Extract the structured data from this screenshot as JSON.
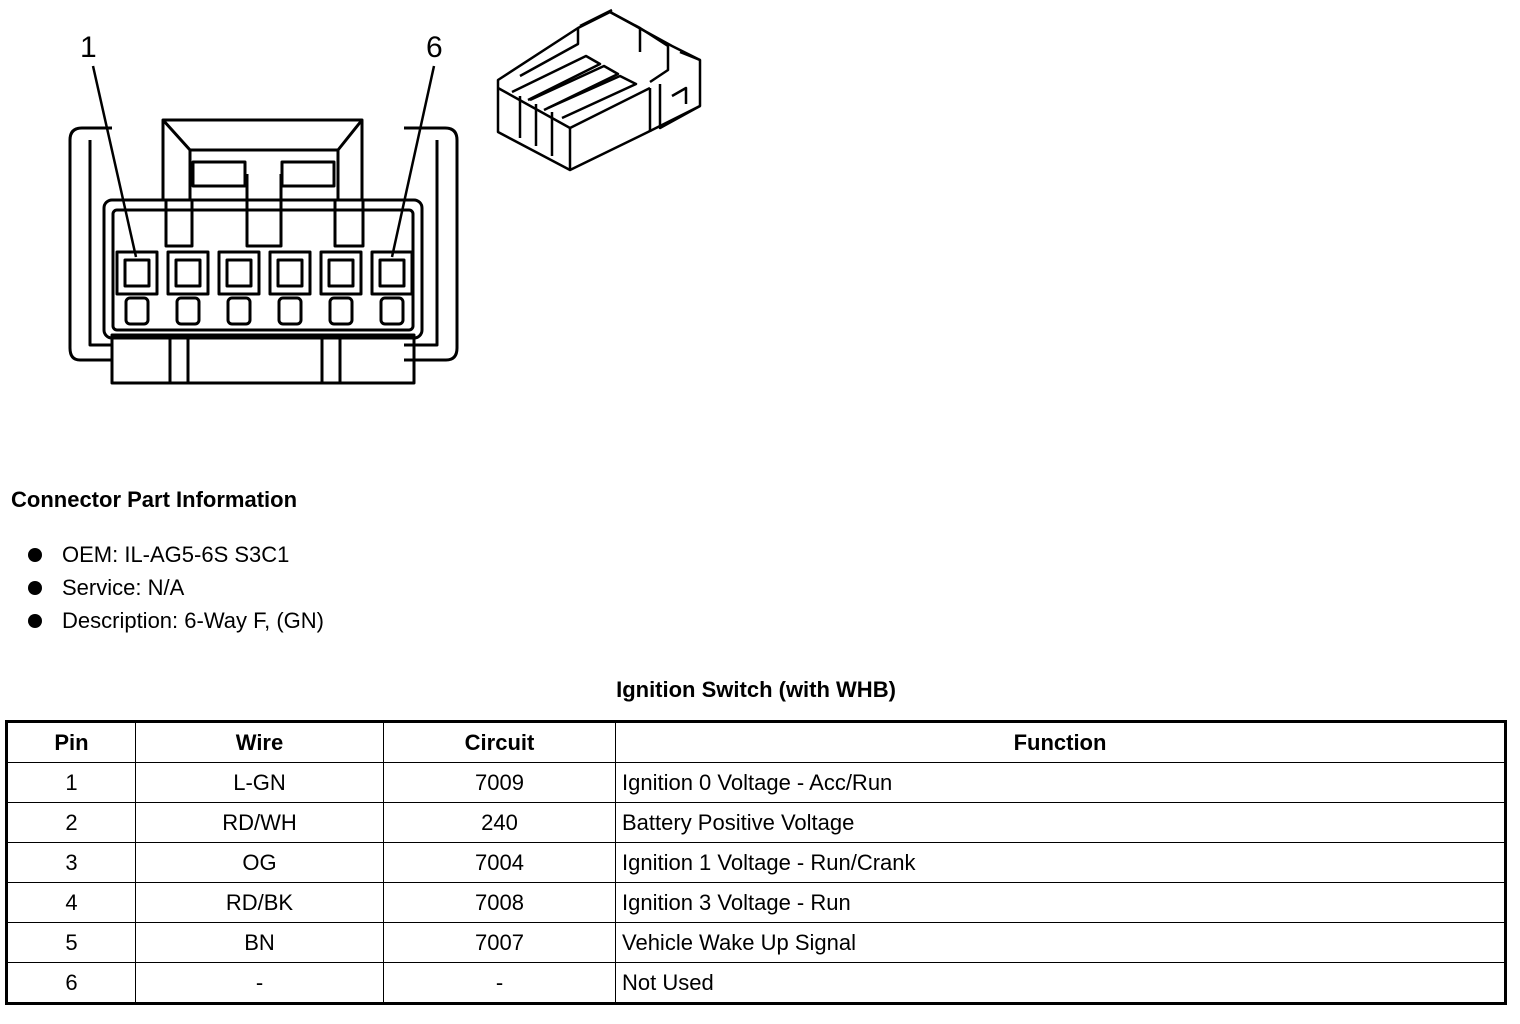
{
  "diagram": {
    "callout_left": "1",
    "callout_right": "6"
  },
  "section": {
    "title": "Connector Part Information",
    "items": [
      "OEM: IL-AG5-6S S3C1",
      "Service: N/A",
      "Description: 6-Way F, (GN)"
    ]
  },
  "table": {
    "title": "Ignition Switch (with WHB)",
    "headers": [
      "Pin",
      "Wire",
      "Circuit",
      "Function"
    ],
    "rows": [
      [
        "1",
        "L-GN",
        "7009",
        "Ignition 0 Voltage - Acc/Run"
      ],
      [
        "2",
        "RD/WH",
        "240",
        "Battery Positive Voltage"
      ],
      [
        "3",
        "OG",
        "7004",
        "Ignition 1 Voltage - Run/Crank"
      ],
      [
        "4",
        "RD/BK",
        "7008",
        "Ignition 3 Voltage - Run"
      ],
      [
        "5",
        "BN",
        "7007",
        "Vehicle Wake Up Signal"
      ],
      [
        "6",
        "-",
        "-",
        "Not Used"
      ]
    ]
  }
}
